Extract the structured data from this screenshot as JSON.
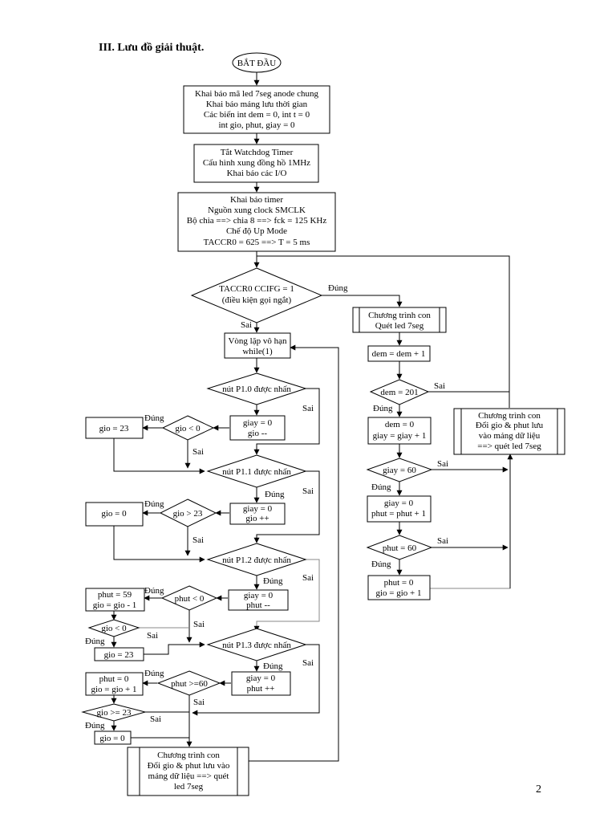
{
  "heading": "III. Lưu đồ giải thuật.",
  "page_number": "2",
  "nodes": {
    "start": "BẮT ĐẦU",
    "decl": [
      "Khai báo mã led 7seg anode chung",
      "Khai báo mảng lưu thời gian",
      "Các biến int dem = 0, int t = 0",
      "int gio, phut, giay = 0"
    ],
    "wdt": [
      "Tắt Watchdog Timer",
      "Cấu hình xung đồng hồ 1MHz",
      "Khai báo các I/O"
    ],
    "timer": [
      "Khai báo timer",
      "Nguồn xung clock SMCLK",
      "Bộ chia ==> chia 8 ==> fck = 125 KHz",
      "Chế độ Up Mode",
      "TACCR0 = 625 ==> T = 5 ms"
    ],
    "isr_cond": [
      "TACCR0 CCIFG = 1",
      "(điều kiện gọi ngắt)"
    ],
    "loop": [
      "Vòng lặp vô hạn",
      "while(1)"
    ],
    "btn10": "nút P1.0 được nhấn",
    "giay0_a": [
      "giay = 0",
      "gio --"
    ],
    "gio_lt0": "gio < 0",
    "gio23_a": "gio = 23",
    "btn11": "nút P1.1 được nhấn",
    "giay0_b": [
      "giay = 0",
      "gio ++"
    ],
    "gio_gt23": "gio > 23",
    "gio0_a": "gio = 0",
    "btn12": "nút P1.2 được nhấn",
    "giay0_c": [
      "giay = 0",
      "phut --"
    ],
    "phut_lt0": "phut < 0",
    "phut59": [
      "phut  = 59",
      "gio = gio - 1"
    ],
    "gio_lt0_b": "gio < 0",
    "gio23_b": "gio = 23",
    "btn13": "nút P1.3 được nhấn",
    "giay0_d": [
      "giay = 0",
      "phut ++"
    ],
    "phut_ge60": "phut >=60",
    "phut0_a": [
      "phut  = 0",
      "gio = gio + 1"
    ],
    "gio_ge23": "gio >= 23",
    "gio0_b": "gio = 0",
    "conv_left": [
      "Chương trình con",
      "Đổi gio & phut lưu vào",
      "mảng dữ liệu ==> quét",
      "led 7seg"
    ],
    "scan": [
      "Chương trình con",
      "Quét led 7seg"
    ],
    "dem_inc": "dem = dem + 1",
    "dem201": "dem = 201",
    "dem0": [
      "dem = 0",
      "giay = giay + 1"
    ],
    "giay60": "giay = 60",
    "giay0_e": [
      "giay = 0",
      "phut = phut + 1"
    ],
    "phut60": "phut = 60",
    "phut0_b": [
      "phut = 0",
      "gio = gio + 1"
    ],
    "conv_right": [
      "Chương trình con",
      "Đổi gio & phut lưu",
      "vào mảng dữ liệu",
      "==> quét led 7seg"
    ]
  },
  "edge_labels": {
    "yes": "Đúng",
    "no": "Sai"
  }
}
